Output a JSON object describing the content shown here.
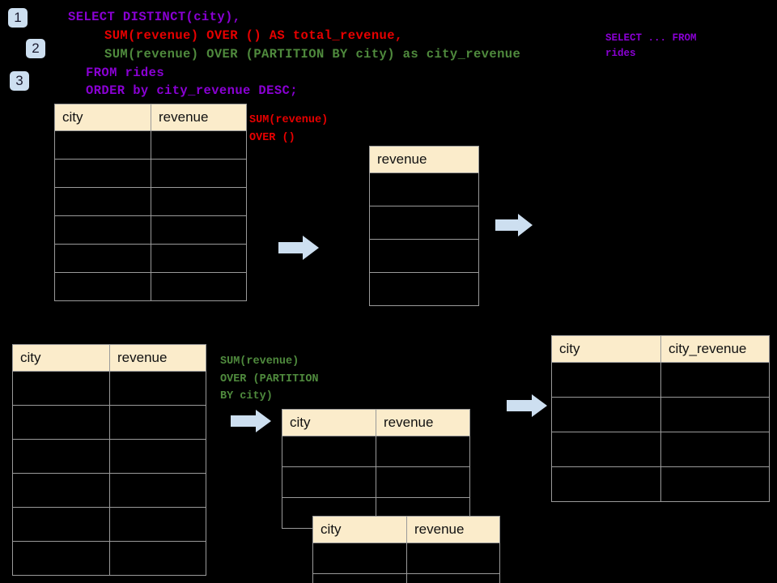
{
  "page": {
    "background": "#000000",
    "accent_badge": "#cddff0",
    "header_fill": "#fbeccb",
    "grid_line": "#9a9a9a",
    "arrow_fill": "#cddff0"
  },
  "steps": [
    {
      "label": "1"
    },
    {
      "label": "2"
    },
    {
      "label": "3"
    }
  ],
  "sql": {
    "line1": "SELECT DISTINCT(city),",
    "line2": "SUM(revenue) OVER () AS total_revenue,",
    "line3": "SUM(revenue) OVER (PARTITION BY city) as city_revenue",
    "line4": "FROM rides",
    "line5": "ORDER by city_revenue DESC;",
    "color_line1": "#8a00d4",
    "color_line2": "#e60000",
    "color_line3": "#4f8a3d",
    "color_line4": "#8a00d4",
    "color_line5": "#8a00d4"
  },
  "annotations": {
    "select_from": "SELECT ... FROM\nrides",
    "sum_over_empty": "SUM(revenue)\nOVER ()",
    "sum_over_partition": "SUM(revenue)\nOVER (PARTITION\nBY city)",
    "color_sum_over_empty": "#e60000",
    "color_sum_over_partition": "#4f8a3d"
  },
  "tables": {
    "rides_top": {
      "columns": [
        "city",
        "revenue"
      ],
      "row_count": 6
    },
    "total_revenue": {
      "columns": [
        "revenue"
      ],
      "row_count": 4
    },
    "rides_bottom": {
      "columns": [
        "city",
        "revenue"
      ],
      "row_count": 6
    },
    "partition_a": {
      "columns": [
        "city",
        "revenue"
      ],
      "row_count": 3
    },
    "partition_b": {
      "columns": [
        "city",
        "revenue"
      ],
      "row_count": 2
    },
    "result": {
      "columns": [
        "city",
        "city_revenue"
      ],
      "row_count": 4
    }
  },
  "arrows": [
    {
      "name": "arrow-top-middle"
    },
    {
      "name": "arrow-top-right"
    },
    {
      "name": "arrow-bottom-left"
    },
    {
      "name": "arrow-bottom-right"
    }
  ]
}
